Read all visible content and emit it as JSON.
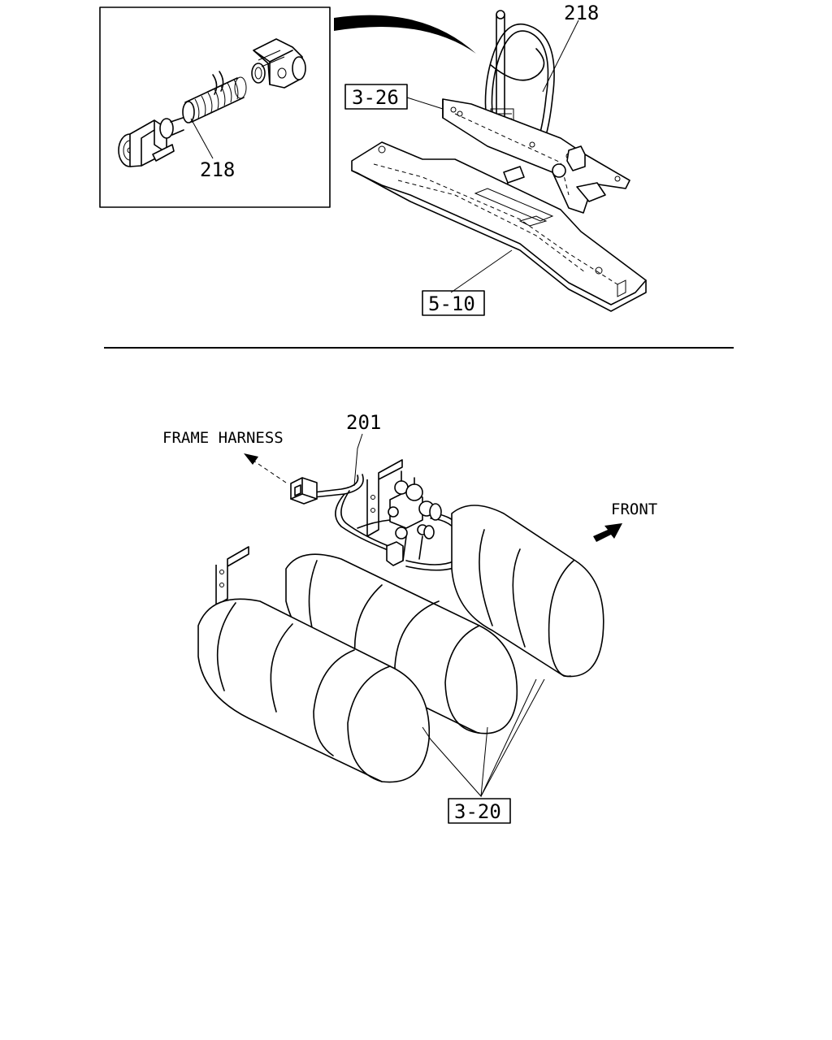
{
  "callouts": {
    "part_218_main": "218",
    "part_218_inset": "218",
    "ref_3_26": "3-26",
    "ref_5_10": "5-10",
    "part_201": "201",
    "ref_3_20": "3-20"
  },
  "annotations": {
    "frame_harness": "FRAME HARNESS",
    "front": "FRONT"
  },
  "colors": {
    "ink": "#000000",
    "background": "#ffffff"
  }
}
